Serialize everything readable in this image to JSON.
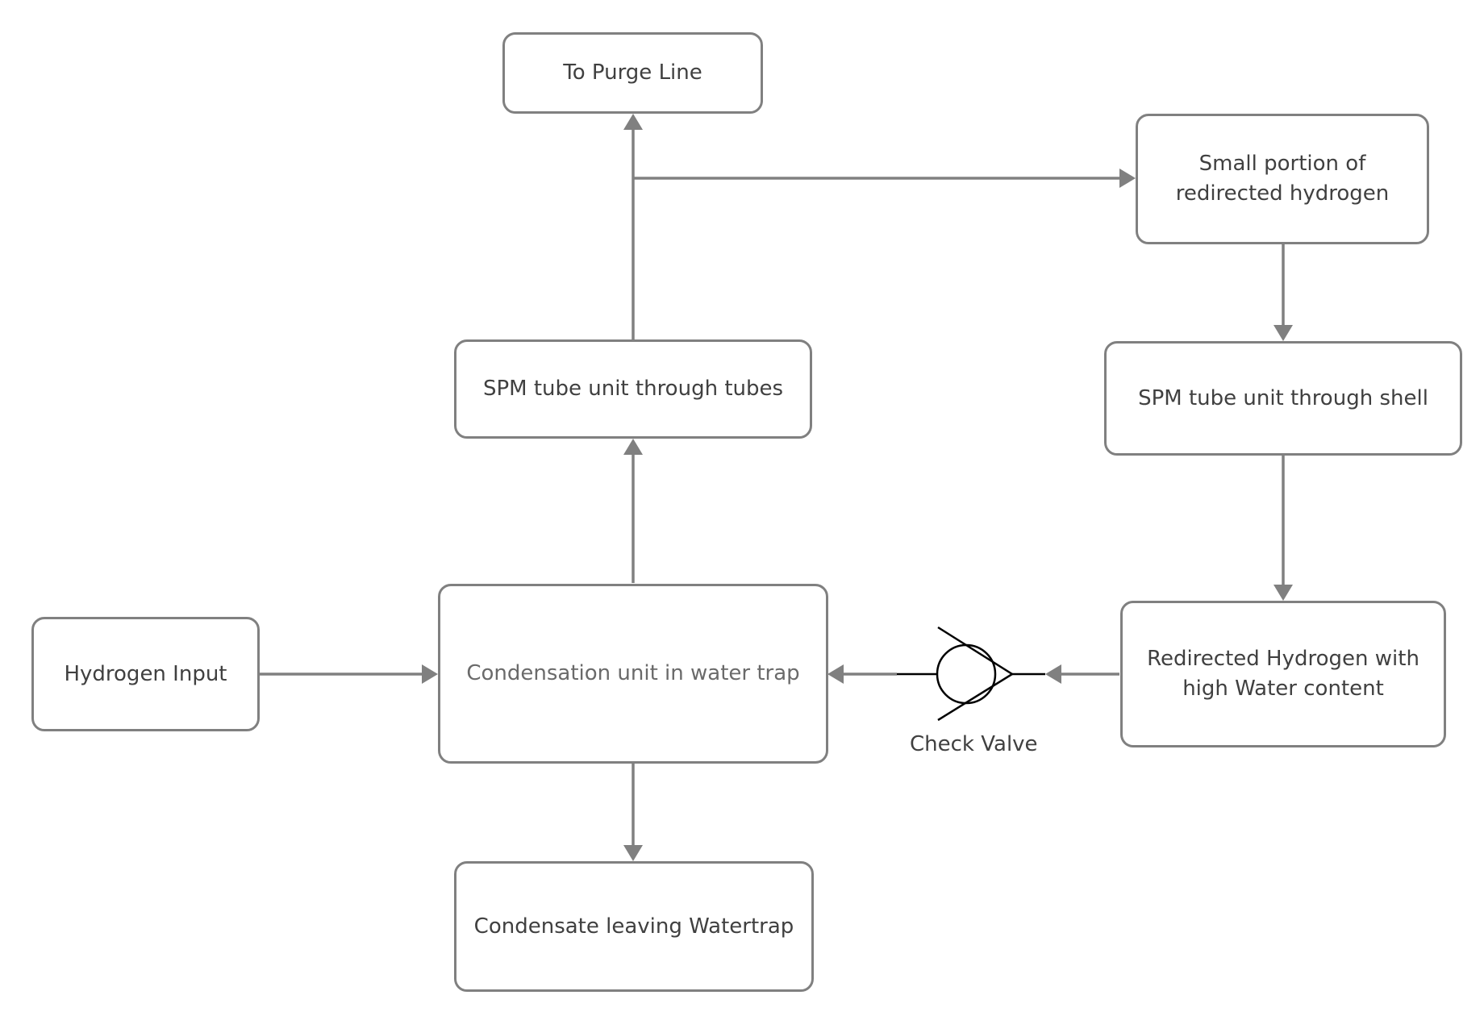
{
  "nodes": {
    "purge": {
      "label": "To Purge Line"
    },
    "small_portion": {
      "line1": "Small portion of",
      "line2": "redirected hydrogen"
    },
    "spm_tubes": {
      "label": "SPM tube unit through tubes"
    },
    "spm_shell": {
      "label": "SPM tube unit through shell"
    },
    "hydrogen_input": {
      "label": "Hydrogen Input"
    },
    "condensation": {
      "label": "Condensation unit in water trap"
    },
    "redirected": {
      "line1": "Redirected Hydrogen with",
      "line2": "high Water content"
    },
    "condensate": {
      "label": "Condensate leaving Watertrap"
    }
  },
  "check_valve": {
    "label": "Check Valve"
  },
  "edges": [
    {
      "from": "Hydrogen Input",
      "to": "Condensation unit in water trap"
    },
    {
      "from": "Condensation unit in water trap",
      "to": "SPM tube unit through tubes"
    },
    {
      "from": "SPM tube unit through tubes",
      "to": "To Purge Line"
    },
    {
      "from": "SPM tube unit through tubes",
      "to": "Small portion of redirected hydrogen"
    },
    {
      "from": "Small portion of redirected hydrogen",
      "to": "SPM tube unit through shell"
    },
    {
      "from": "SPM tube unit through shell",
      "to": "Redirected Hydrogen with high Water content"
    },
    {
      "from": "Redirected Hydrogen with high Water content",
      "to": "Check Valve"
    },
    {
      "from": "Check Valve",
      "to": "Condensation unit in water trap"
    },
    {
      "from": "Condensation unit in water trap",
      "to": "Condensate leaving Watertrap"
    }
  ],
  "colors": {
    "stroke": "#808080",
    "text": "#404040",
    "valve": "#000000"
  }
}
